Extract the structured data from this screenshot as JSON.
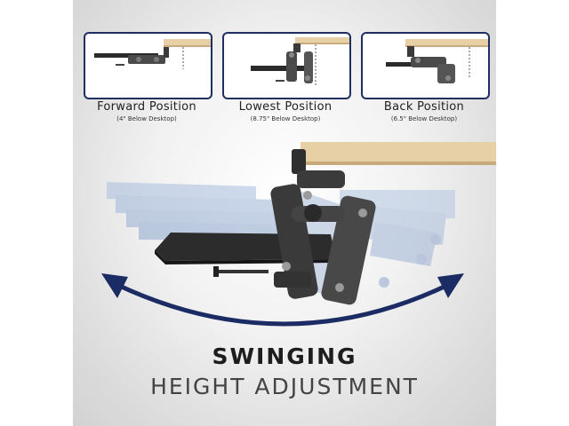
{
  "positions": [
    {
      "title": "Forward Position",
      "subtitle": "(4\" Below Desktop)"
    },
    {
      "title": "Lowest Position",
      "subtitle": "(8.75\" Below Desktop)"
    },
    {
      "title": "Back Position",
      "subtitle": "(6.5\" Below Desktop)"
    }
  ],
  "headline": {
    "primary": "SWINGING",
    "secondary": "HEIGHT ADJUSTMENT"
  },
  "colors": {
    "frame_border": "#1e2f62",
    "arrow": "#1b2b63",
    "desk_wood": "#e7cfa6",
    "tray": "#2a2a2a",
    "ghost_tray": "#9fb6d9"
  },
  "icons": [
    "swing-arrow-icon",
    "keyboard-tray-mechanism-icon"
  ]
}
